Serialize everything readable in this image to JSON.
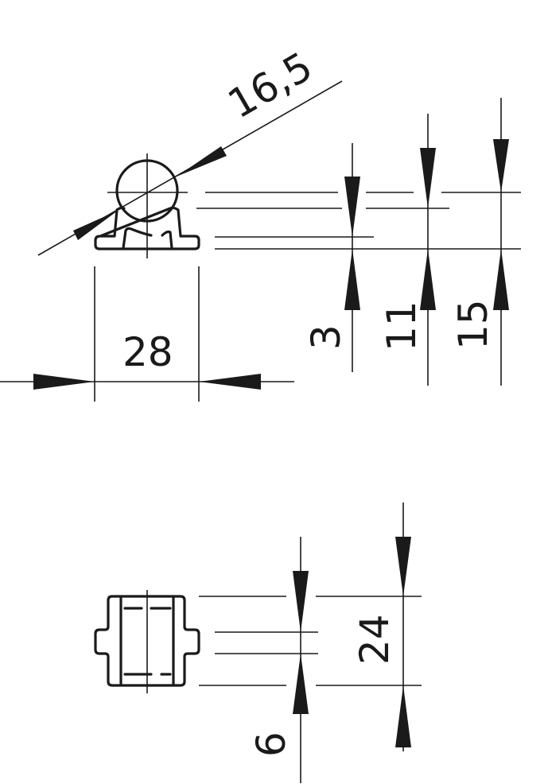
{
  "dimensions": {
    "diameter": "16,5",
    "width": "28",
    "dim_3": "3",
    "dim_11": "11",
    "dim_15": "15",
    "dim_6": "6",
    "dim_24": "24"
  }
}
